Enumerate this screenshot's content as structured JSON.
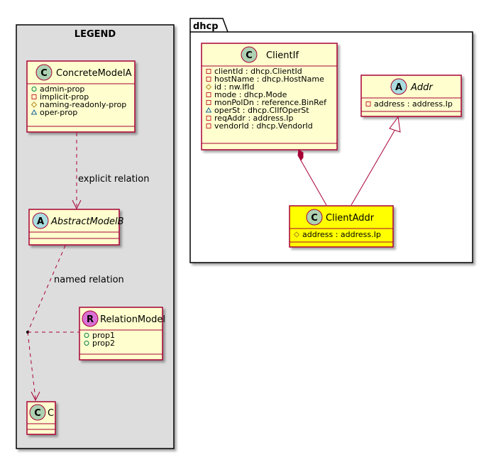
{
  "colors": {
    "border": "#A80036",
    "class_fill": "#FEFECE",
    "highlight_fill": "#FFFF00",
    "legend_fill": "#DDDDDD",
    "circle_class": "#ADD1B2",
    "circle_abstract": "#A9DCDF",
    "circle_relation": "#DA70D6",
    "arrow": "#A80036"
  },
  "legend": {
    "title": "LEGEND",
    "concrete": {
      "stereo": "C",
      "name": "ConcreteModelA",
      "attrs": [
        {
          "vis": "public",
          "text": "admin-prop"
        },
        {
          "vis": "private",
          "text": "implicit-prop"
        },
        {
          "vis": "protected",
          "text": "naming-readonly-prop"
        },
        {
          "vis": "package",
          "text": "oper-prop"
        }
      ]
    },
    "abstract": {
      "stereo": "A",
      "name": "AbstractModelB"
    },
    "relation": {
      "stereo": "R",
      "name": "RelationModel",
      "attrs": [
        {
          "vis": "public",
          "text": "prop1"
        },
        {
          "vis": "public",
          "text": "prop2"
        }
      ]
    },
    "c": {
      "stereo": "C",
      "name": "C"
    },
    "explicit_label": "explicit relation",
    "named_label": "named relation"
  },
  "package": {
    "name": "dhcp",
    "client_if": {
      "stereo": "C",
      "name": "ClientIf",
      "attrs": [
        {
          "vis": "private",
          "text": "clientId : dhcp.ClientId"
        },
        {
          "vis": "private",
          "text": "hostName : dhcp.HostName"
        },
        {
          "vis": "protected",
          "text": "id : nw.IfId"
        },
        {
          "vis": "private",
          "text": "mode : dhcp.Mode"
        },
        {
          "vis": "private",
          "text": "monPolDn : reference.BinRef"
        },
        {
          "vis": "package",
          "text": "operSt : dhcp.ClIfOperSt"
        },
        {
          "vis": "private",
          "text": "reqAddr : address.Ip"
        },
        {
          "vis": "private",
          "text": "vendorId : dhcp.VendorId"
        }
      ]
    },
    "addr": {
      "stereo": "A",
      "name": "Addr",
      "attrs": [
        {
          "vis": "private",
          "text": "address : address.Ip"
        }
      ]
    },
    "client_addr": {
      "stereo": "C",
      "name": "ClientAddr",
      "attrs": [
        {
          "vis": "protected",
          "text": "address : address.Ip"
        }
      ]
    }
  }
}
